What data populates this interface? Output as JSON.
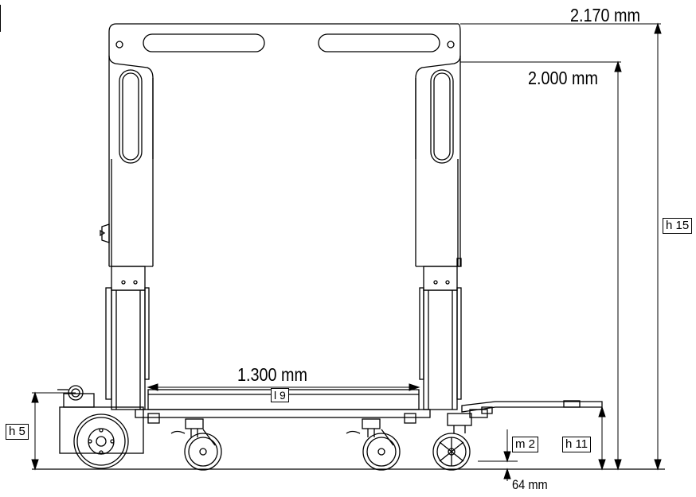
{
  "dimensions": {
    "overall_height": "2.170 mm",
    "inner_height": "2.000 mm",
    "inner_width": "1.300 mm",
    "ground_clearance": "64 mm"
  },
  "labels": {
    "h15": "h 15",
    "h5": "h 5",
    "h11": "h 11",
    "m2": "m 2",
    "l9": "l 9"
  }
}
